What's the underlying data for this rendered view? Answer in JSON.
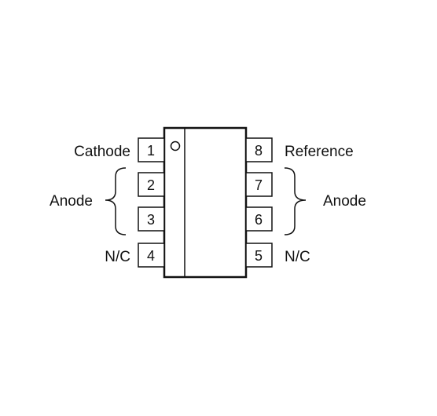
{
  "diagram": {
    "colors": {
      "ink": "#111111",
      "background": "#ffffff"
    },
    "left_pins": [
      {
        "number": "1",
        "label": "Cathode"
      },
      {
        "number": "2",
        "label": ""
      },
      {
        "number": "3",
        "label": ""
      },
      {
        "number": "4",
        "label": "N/C"
      }
    ],
    "right_pins": [
      {
        "number": "8",
        "label": "Reference"
      },
      {
        "number": "7",
        "label": ""
      },
      {
        "number": "6",
        "label": ""
      },
      {
        "number": "5",
        "label": "N/C"
      }
    ],
    "left_group_label": "Anode",
    "right_group_label": "Anode"
  }
}
